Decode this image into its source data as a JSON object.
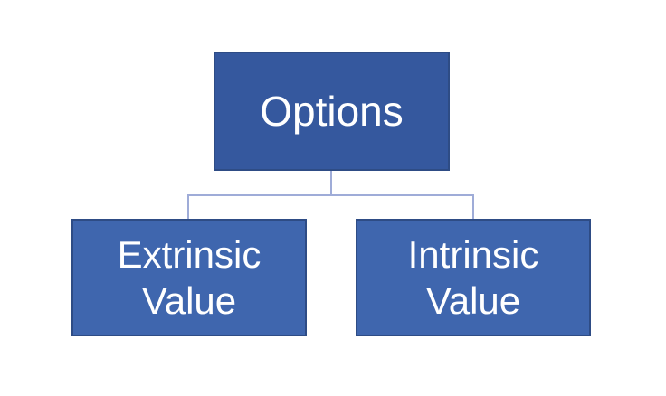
{
  "diagram": {
    "type": "hierarchy",
    "root": {
      "label": "Options"
    },
    "children": [
      {
        "label": "Extrinsic Value",
        "lines": [
          "Extrinsic",
          "Value"
        ]
      },
      {
        "label": "Intrinsic Value",
        "lines": [
          "Intrinsic",
          "Value"
        ]
      }
    ],
    "colors": {
      "background": "#FFFFFF",
      "root_fill": "#35589E",
      "child_fill": "#3F66AE",
      "box_border": "#2E4C85",
      "connector": "#9FACD8",
      "text": "#FFFFFF"
    }
  }
}
